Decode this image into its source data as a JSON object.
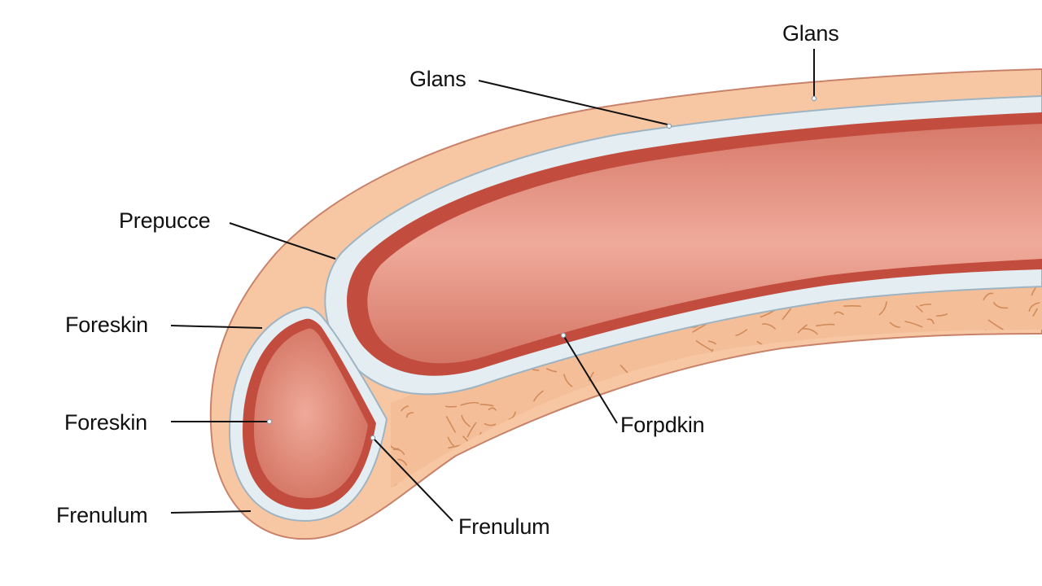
{
  "labels": {
    "glans_top": "Glans",
    "glans_upper": "Glans",
    "prepuce": "Prepucce",
    "foreskin_upper": "Foreskin",
    "foreskin_lower": "Foreskin",
    "frenulum_left": "Frenulum",
    "forpdkin": "Forpdkin",
    "frenulum_bottom": "Frenulum"
  },
  "colors": {
    "skin": "#f7c7a3",
    "skin_outline": "#c9826a",
    "membrane": "#dfe9ef",
    "tissue_dark": "#c04a3d",
    "tissue_mid": "#e09486",
    "tissue_light": "#f2b6a6",
    "fiber": "#d59060",
    "leader": "#111111"
  }
}
